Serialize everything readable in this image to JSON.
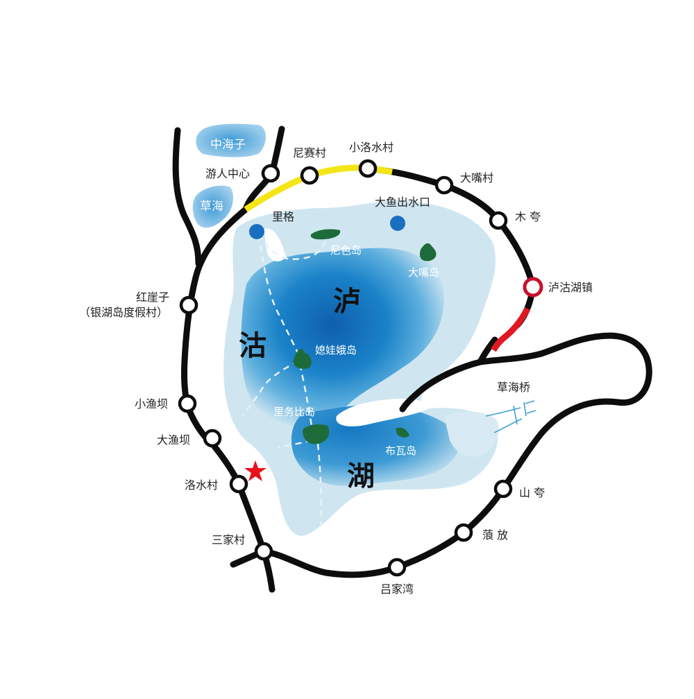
{
  "map": {
    "lake_name_chars": [
      "泸",
      "沽",
      "湖"
    ],
    "colors": {
      "road": "#0d0d0d",
      "road_highlight_yellow": "#f4e516",
      "road_highlight_red": "#e01822",
      "lake_deep": "#1a7cc4",
      "lake_shallow": "#cfe6f1",
      "island": "#1e6b3a",
      "landmark_dot": "#1a6fc0",
      "star": "#e8101a",
      "town_ring": "#c8102e"
    },
    "ponds": [
      {
        "id": "zhonghaizi",
        "label": "中海子"
      },
      {
        "id": "caohai",
        "label": "草海"
      }
    ],
    "stations": [
      {
        "id": "youren",
        "label": "游人中心"
      },
      {
        "id": "nisai",
        "label": "尼赛村"
      },
      {
        "id": "xiaoluoshui",
        "label": "小洛水村"
      },
      {
        "id": "dazui",
        "label": "大嘴村"
      },
      {
        "id": "mukua",
        "label": "木 夸"
      },
      {
        "id": "luguhuzhen",
        "label": "泸沽湖镇"
      },
      {
        "id": "shankua",
        "label": "山 夸"
      },
      {
        "id": "langfang",
        "label": "蒗 放"
      },
      {
        "id": "lvjiawan",
        "label": "吕家湾"
      },
      {
        "id": "sanjia",
        "label": "三家村"
      },
      {
        "id": "luoshui",
        "label": "洛水村"
      },
      {
        "id": "dayuba",
        "label": "大渔坝"
      },
      {
        "id": "xiaoyuba",
        "label": "小渔坝"
      },
      {
        "id": "hongyazi",
        "label": "红崖子",
        "sublabel": "（银湖岛度假村）"
      }
    ],
    "landmarks": [
      {
        "id": "lige",
        "label": "里格"
      },
      {
        "id": "dayuchushuikou",
        "label": "大鱼出水口"
      }
    ],
    "islands": [
      {
        "id": "nise",
        "label": "尼色岛"
      },
      {
        "id": "dazuidao",
        "label": "大嘴岛"
      },
      {
        "id": "xiwae",
        "label": "媳娃娥岛"
      },
      {
        "id": "liwubi",
        "label": "里务比岛"
      },
      {
        "id": "buwa",
        "label": "布瓦岛"
      }
    ],
    "bridge": {
      "label": "草海桥"
    },
    "current_location_marker": "star"
  }
}
